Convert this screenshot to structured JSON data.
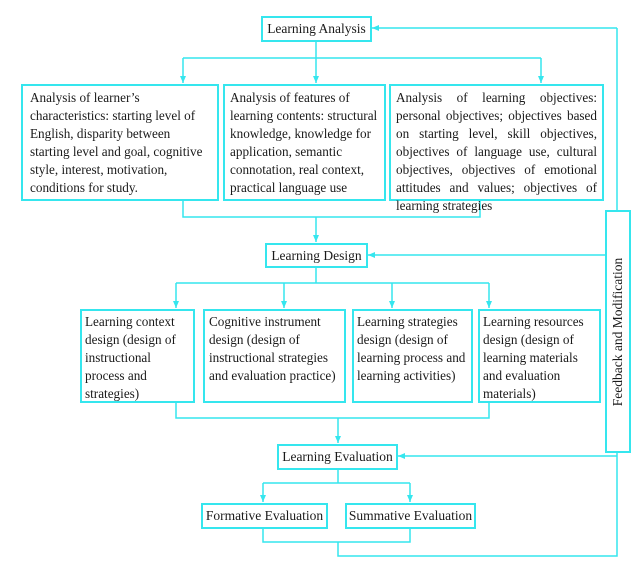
{
  "diagram": {
    "line_color": "#35e6ee",
    "nodes": {
      "learning_analysis": "Learning Analysis",
      "learner_characteristics": "Analysis of learner’s characteristics:  starting level of English, disparity between starting level and goal, cognitive style, interest, motivation, conditions for study.",
      "learning_contents": "Analysis of features of learning contents: structural knowledge, knowledge for application, semantic connotation, real context, practical language use",
      "learning_objectives": "Analysis of learning objectives: personal objectives; objectives based on starting level, skill objectives, objectives of language use, cultural objectives, objectives of emotional attitudes and values; objectives of learning strategies",
      "learning_design": "Learning Design",
      "context_design": "Learning context design (design of instructional process and strategies)",
      "cognitive_design": "Cognitive instrument design (design of instructional strategies and evaluation practice)",
      "strategies_design": "Learning strategies design (design of learning process and learning activities)",
      "resources_design": "Learning resources design (design of learning materials and evaluation materials)",
      "learning_evaluation": "Learning Evaluation",
      "formative": "Formative Evaluation",
      "summative": "Summative Evaluation",
      "feedback": "Feedback and Modification"
    }
  }
}
